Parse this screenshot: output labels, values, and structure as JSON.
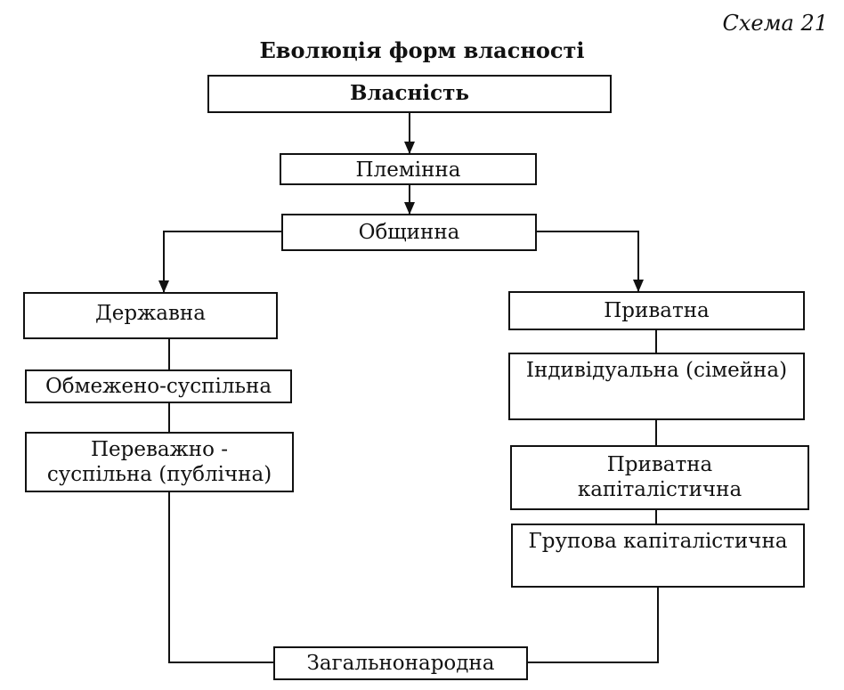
{
  "scheme_label": "Схема 21",
  "title": "Еволюція форм власності",
  "nodes": {
    "root": "Власність",
    "tribal": "Племінна",
    "communal": "Общинна",
    "state": "Державна",
    "state_limited": "Обмежено-суспільна",
    "state_public_line1": "Переважно -",
    "state_public_line2": "суспільна (публічна)",
    "private": "Приватна",
    "private_individual": "Індивідуальна (сімейна)",
    "private_capitalist_line1": "Приватна",
    "private_capitalist_line2": "капіталістична",
    "group_capitalist": "Групова капіталістична",
    "nationwide": "Загальнонародна"
  }
}
